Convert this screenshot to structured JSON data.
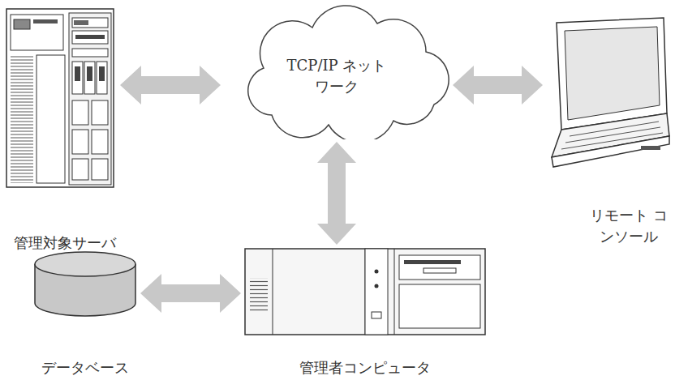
{
  "diagram": {
    "nodes": [
      {
        "text": [
          "管理対象サーバ"
        ]
      },
      {
        "text": [
          "TCP/IP ネットワーク"
        ]
      },
      {
        "text": [
          "リモート コンソール"
        ]
      },
      {
        "text": [
          "データベース"
        ]
      },
      {
        "text": [
          "管理者コンピュータ"
        ]
      }
    ],
    "edges": [
      {
        "from": 0,
        "to": 1,
        "arrow": "both"
      },
      {
        "from": 1,
        "to": 2,
        "arrow": "both"
      },
      {
        "from": 1,
        "to": 4,
        "arrow": "both"
      },
      {
        "from": 3,
        "to": 4,
        "arrow": "both"
      }
    ]
  }
}
